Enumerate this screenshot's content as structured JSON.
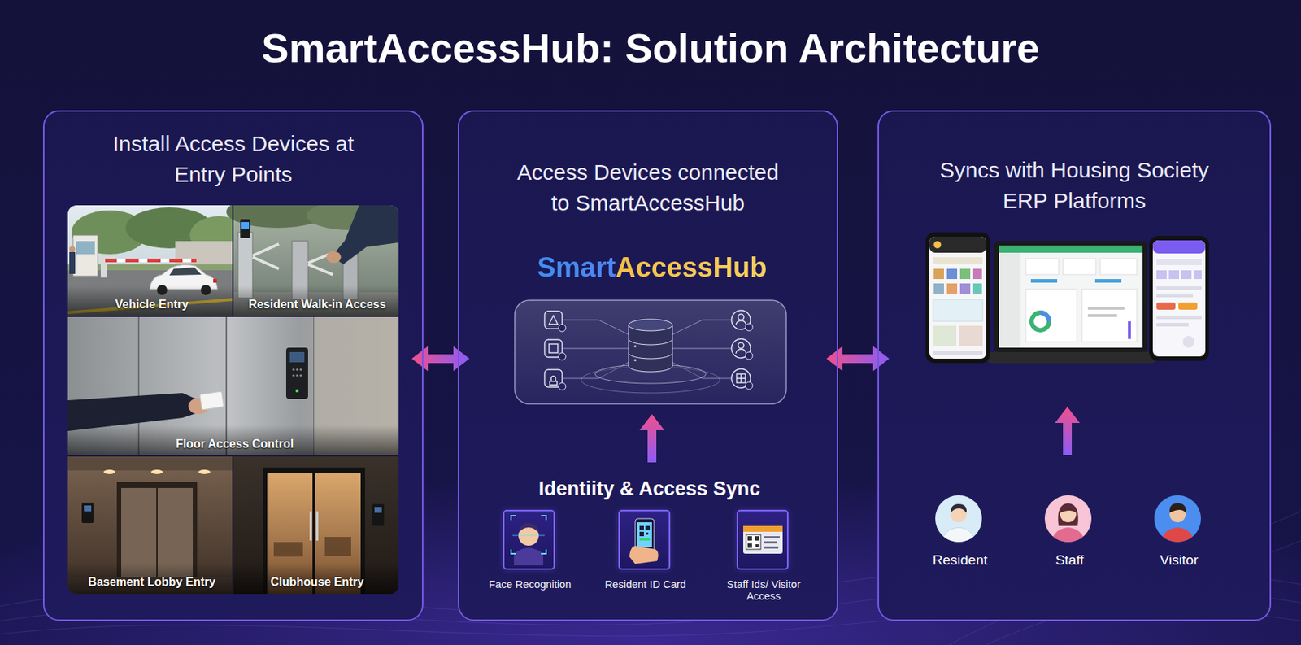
{
  "diagram": {
    "title": "SmartAccessHub: Solution Architecture",
    "nodes": [
      {
        "text": [
          "Install Access Devices at Entry Points"
        ]
      },
      {
        "text": [
          "Vehicle Entry"
        ],
        "in": 0
      },
      {
        "text": [
          "Resident Walk-in Access"
        ],
        "in": 0
      },
      {
        "text": [
          "Floor Access Control"
        ],
        "in": 0
      },
      {
        "text": [
          "Basement Lobby Entry"
        ],
        "in": 0
      },
      {
        "text": [
          "Clubhouse Entry"
        ],
        "in": 0
      },
      {
        "text": [
          "Access Devices connected to SmartAccessHub"
        ]
      },
      {
        "text": [
          "SmartAccessHub"
        ],
        "in": 6
      },
      {
        "text": [
          "Identiity & Access Sync"
        ],
        "in": 6
      },
      {
        "text": [
          "Face Recognition"
        ],
        "in": 8
      },
      {
        "text": [
          "Resident ID Card"
        ],
        "in": 8
      },
      {
        "text": [
          "Staff Ids/ Visitor Access"
        ],
        "in": 8
      },
      {
        "text": [
          "Syncs with Housing Society ERP Platforms"
        ]
      },
      {
        "text": [
          "Resident"
        ],
        "in": 12
      },
      {
        "text": [
          "Staff"
        ],
        "in": 12
      },
      {
        "text": [
          "Visitor"
        ],
        "in": 12
      }
    ],
    "edges": [
      {
        "from": 0,
        "to": 6,
        "arrow": "both"
      },
      {
        "from": 6,
        "to": 12,
        "arrow": "both"
      },
      {
        "from": 8,
        "to": 7,
        "arrow": "to"
      }
    ]
  }
}
